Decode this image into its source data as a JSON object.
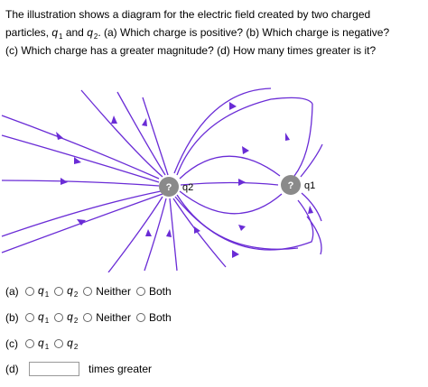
{
  "question": {
    "line1": "The illustration shows a diagram for the electric field created by two charged",
    "line2_pre": "particles, ",
    "line2_mid1": " and ",
    "line2_post": ". (a) Which charge is positive? (b) Which charge is negative?",
    "line3": "(c) Which charge has a greater magnitude? (d) How many times greater is it?"
  },
  "symbols": {
    "q": "q",
    "sub1": "1",
    "sub2": "2"
  },
  "diagram": {
    "charge_left_badge": "?",
    "charge_left_label": "q2",
    "charge_right_badge": "?",
    "charge_right_label": "q1",
    "line_color": "#6a2cd6",
    "charge_color": "#8a8a8a"
  },
  "answers": {
    "a": {
      "label": "(a)",
      "neither": "Neither",
      "both": "Both"
    },
    "b": {
      "label": "(b)",
      "neither": "Neither",
      "both": "Both"
    },
    "c": {
      "label": "(c)"
    },
    "d": {
      "label": "(d)",
      "input_value": "",
      "trailing": "times greater"
    }
  }
}
